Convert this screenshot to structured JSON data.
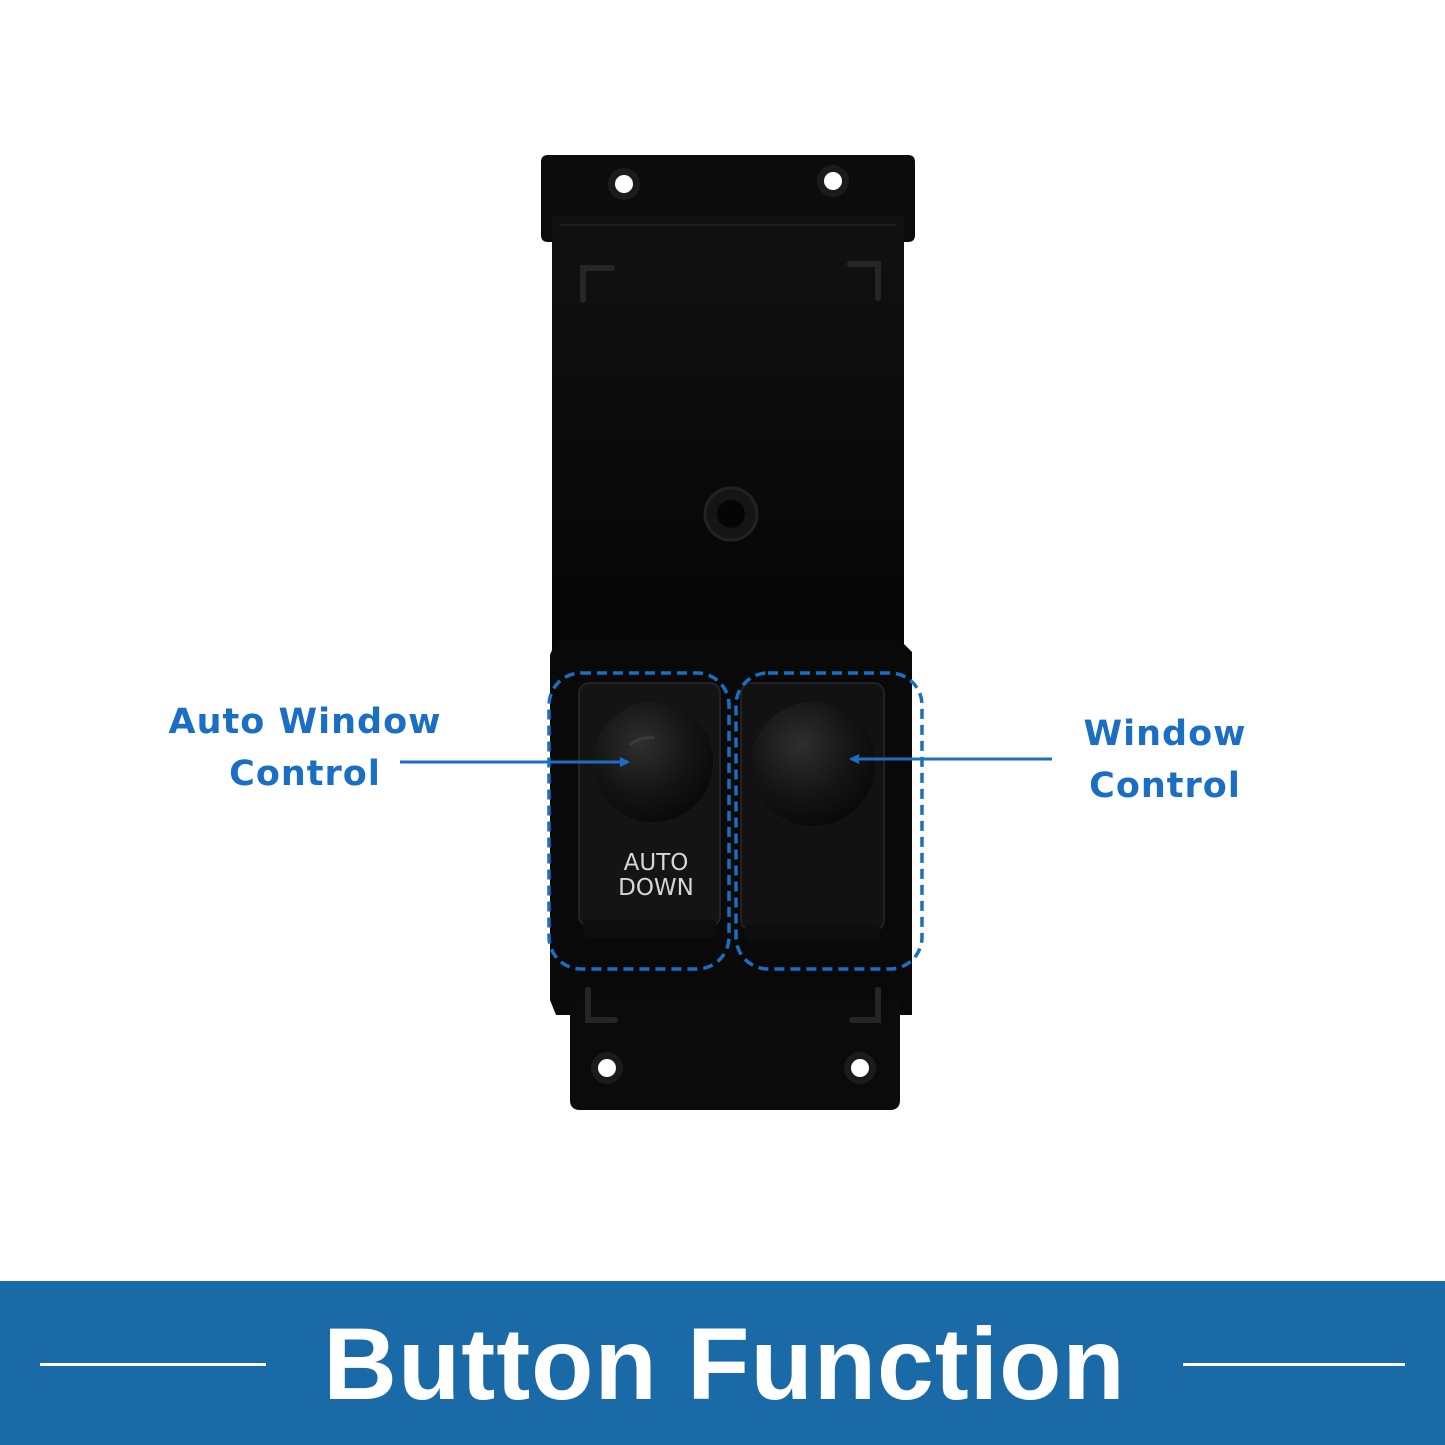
{
  "callouts": {
    "auto_window": {
      "line1": "Auto Window",
      "line2": "Control"
    },
    "window": {
      "line1": "Window",
      "line2": "Control"
    }
  },
  "switch_labels": {
    "line1": "AUTO",
    "line2": "DOWN"
  },
  "banner": {
    "title": "Button Function"
  },
  "colors": {
    "annotation_blue": "#1a6fc4",
    "banner_blue": "#1a6aa8",
    "panel_black": "#0b0b0b"
  }
}
